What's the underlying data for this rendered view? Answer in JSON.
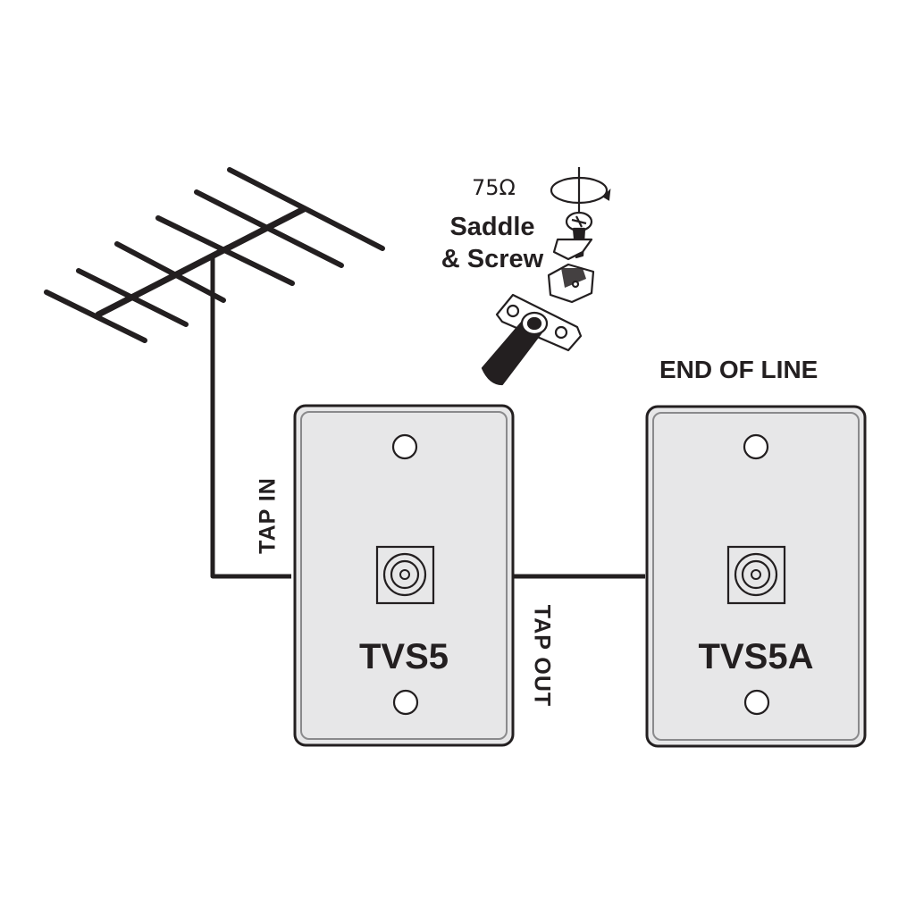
{
  "labels": {
    "impedance": "75Ω",
    "saddle_line1": "Saddle",
    "saddle_line2": "& Screw",
    "end_of_line": "END OF LINE",
    "tap_in": "TAP IN",
    "tap_out": "TAP OUT"
  },
  "plates": [
    {
      "model": "TVS5"
    },
    {
      "model": "TVS5A"
    }
  ],
  "icons": {
    "antenna": "yagi-antenna-icon",
    "rotation": "rotate-arrow-icon",
    "connector": "saddle-screw-connector-icon"
  },
  "colors": {
    "line": "#231f20",
    "plate_fill": "#e7e7e8",
    "inner_border": "#8a8a8c"
  }
}
